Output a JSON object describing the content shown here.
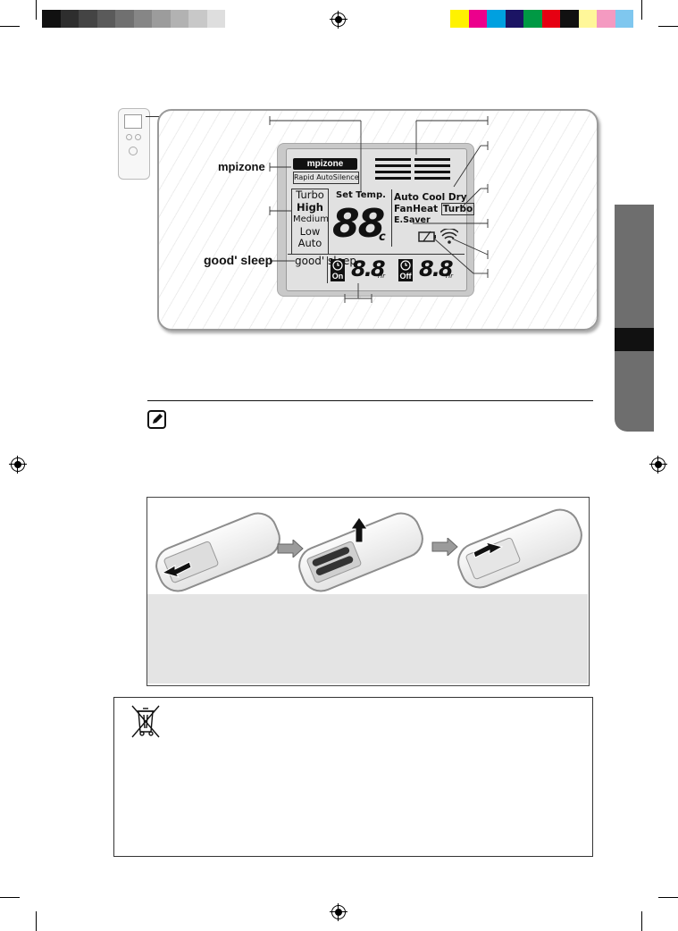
{
  "colors": {
    "grey_steps": [
      "#1a1a1a",
      "#2e2e2e",
      "#444444",
      "#5a5a5a",
      "#707070",
      "#868686",
      "#9c9c9c",
      "#b2b2b2",
      "#c8c8c8",
      "#dedede"
    ],
    "process": [
      "#fff200",
      "#ec008c",
      "#00a0e0",
      "#1b1464",
      "#009944",
      "#e60012",
      "#111111",
      "#fff799",
      "#f49ac1",
      "#7fc7ef",
      "#8b8b8b"
    ],
    "lcd_background": "#e1e1e1",
    "tab_dark": "#6e6e6e",
    "tab_black": "#111111"
  },
  "lcd": {
    "brand_badge": "mpizone",
    "rapid_autosilence": "Rapid AutoSilence",
    "fan_speeds": [
      "Turbo",
      "High",
      "Medium",
      "Low",
      "Auto"
    ],
    "set_temp_label": "Set Temp.",
    "temp_digits": "88",
    "temp_unit": "c",
    "modes_row1": [
      "Auto",
      "Cool",
      "Dry"
    ],
    "modes_row2": [
      "Fan",
      "Heat",
      "Turbo"
    ],
    "esaver": "E.Saver",
    "good_sleep": "good' sleep",
    "timer_on_digits": "8.8",
    "timer_on_badge": "On",
    "timer_off_digits": "8.8",
    "timer_off_badge": "Off",
    "timer_unit": "Hr"
  },
  "callouts": {
    "left_mpizone": "mpizone",
    "left_good_sleep": "good' sleep"
  },
  "icons": [
    "registration-mark-icon",
    "fan-wind-icon",
    "battery-low-icon",
    "signal-transmit-icon",
    "clock-icon",
    "note-pencil-icon",
    "arrow-right-icon",
    "crossed-bin-icon"
  ]
}
